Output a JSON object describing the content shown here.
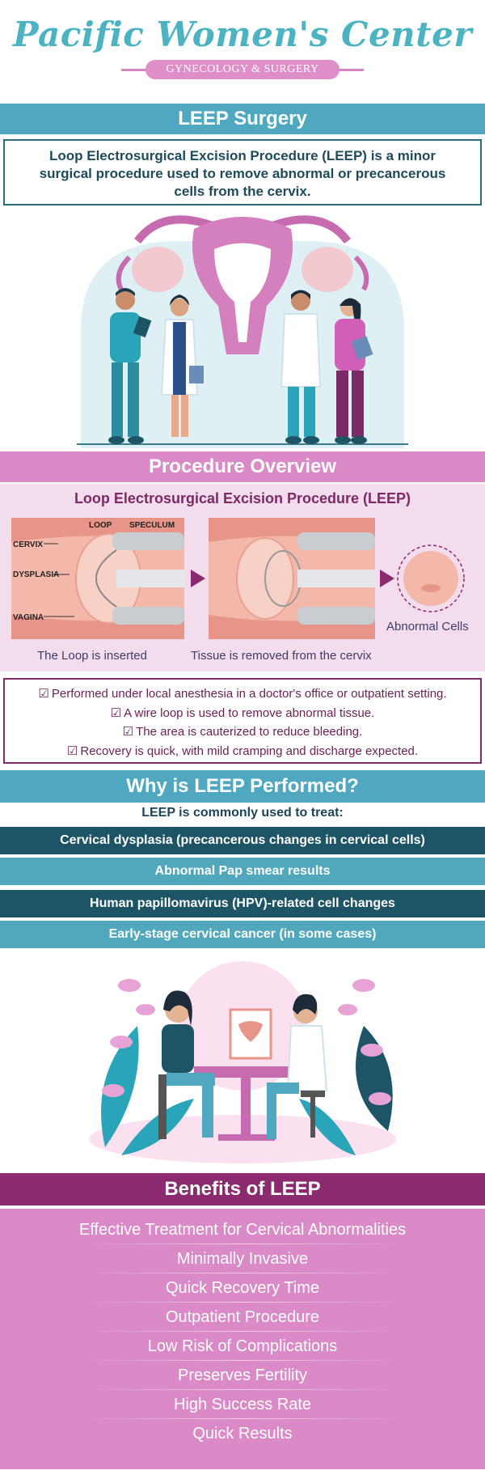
{
  "header": {
    "brand": "Pacific Women's Center",
    "tagline": "GYNECOLOGY & SURGERY"
  },
  "title_banner": "LEEP Surgery",
  "intro": "Loop Electrosurgical Excision Procedure (LEEP) is a minor surgical procedure used to remove abnormal or precancerous cells from the cervix.",
  "overview": {
    "banner": "Procedure Overview",
    "title": "Loop Electrosurgical Excision Procedure (LEEP)",
    "labels": {
      "loop": "LOOP",
      "speculum": "SPECULUM",
      "cervix": "CERVIX",
      "dysplasia": "DYSPLASIA",
      "vagina": "VAGINA"
    },
    "captions": {
      "step1": "The Loop is inserted",
      "step2": "Tissue is removed from the cervix",
      "step3": "Abnormal Cells"
    }
  },
  "checklist": [
    "Performed under local anesthesia in a doctor's office or outpatient setting.",
    "A wire loop is used to remove abnormal tissue.",
    "The area is cauterized to reduce bleeding.",
    "Recovery is quick, with mild cramping and discharge expected."
  ],
  "why": {
    "banner": "Why is LEEP Performed?",
    "subtitle": "LEEP is commonly used to treat:",
    "items": [
      "Cervical dysplasia (precancerous changes in cervical cells)",
      "Abnormal Pap smear results",
      "Human papillomavirus (HPV)-related cell changes",
      "Early-stage cervical cancer (in some cases)"
    ]
  },
  "benefits": {
    "banner": "Benefits of LEEP",
    "items": [
      "Effective Treatment for Cervical Abnormalities",
      "Minimally Invasive",
      "Quick Recovery Time",
      "Outpatient Procedure",
      "Low Risk of Complications",
      "Preserves Fertility",
      "High Success Rate",
      "Quick Results"
    ]
  },
  "colors": {
    "teal": "#4fa8bf",
    "dark_teal": "#1d5567",
    "pink": "#d98ac7",
    "purple": "#8b2a6e"
  }
}
